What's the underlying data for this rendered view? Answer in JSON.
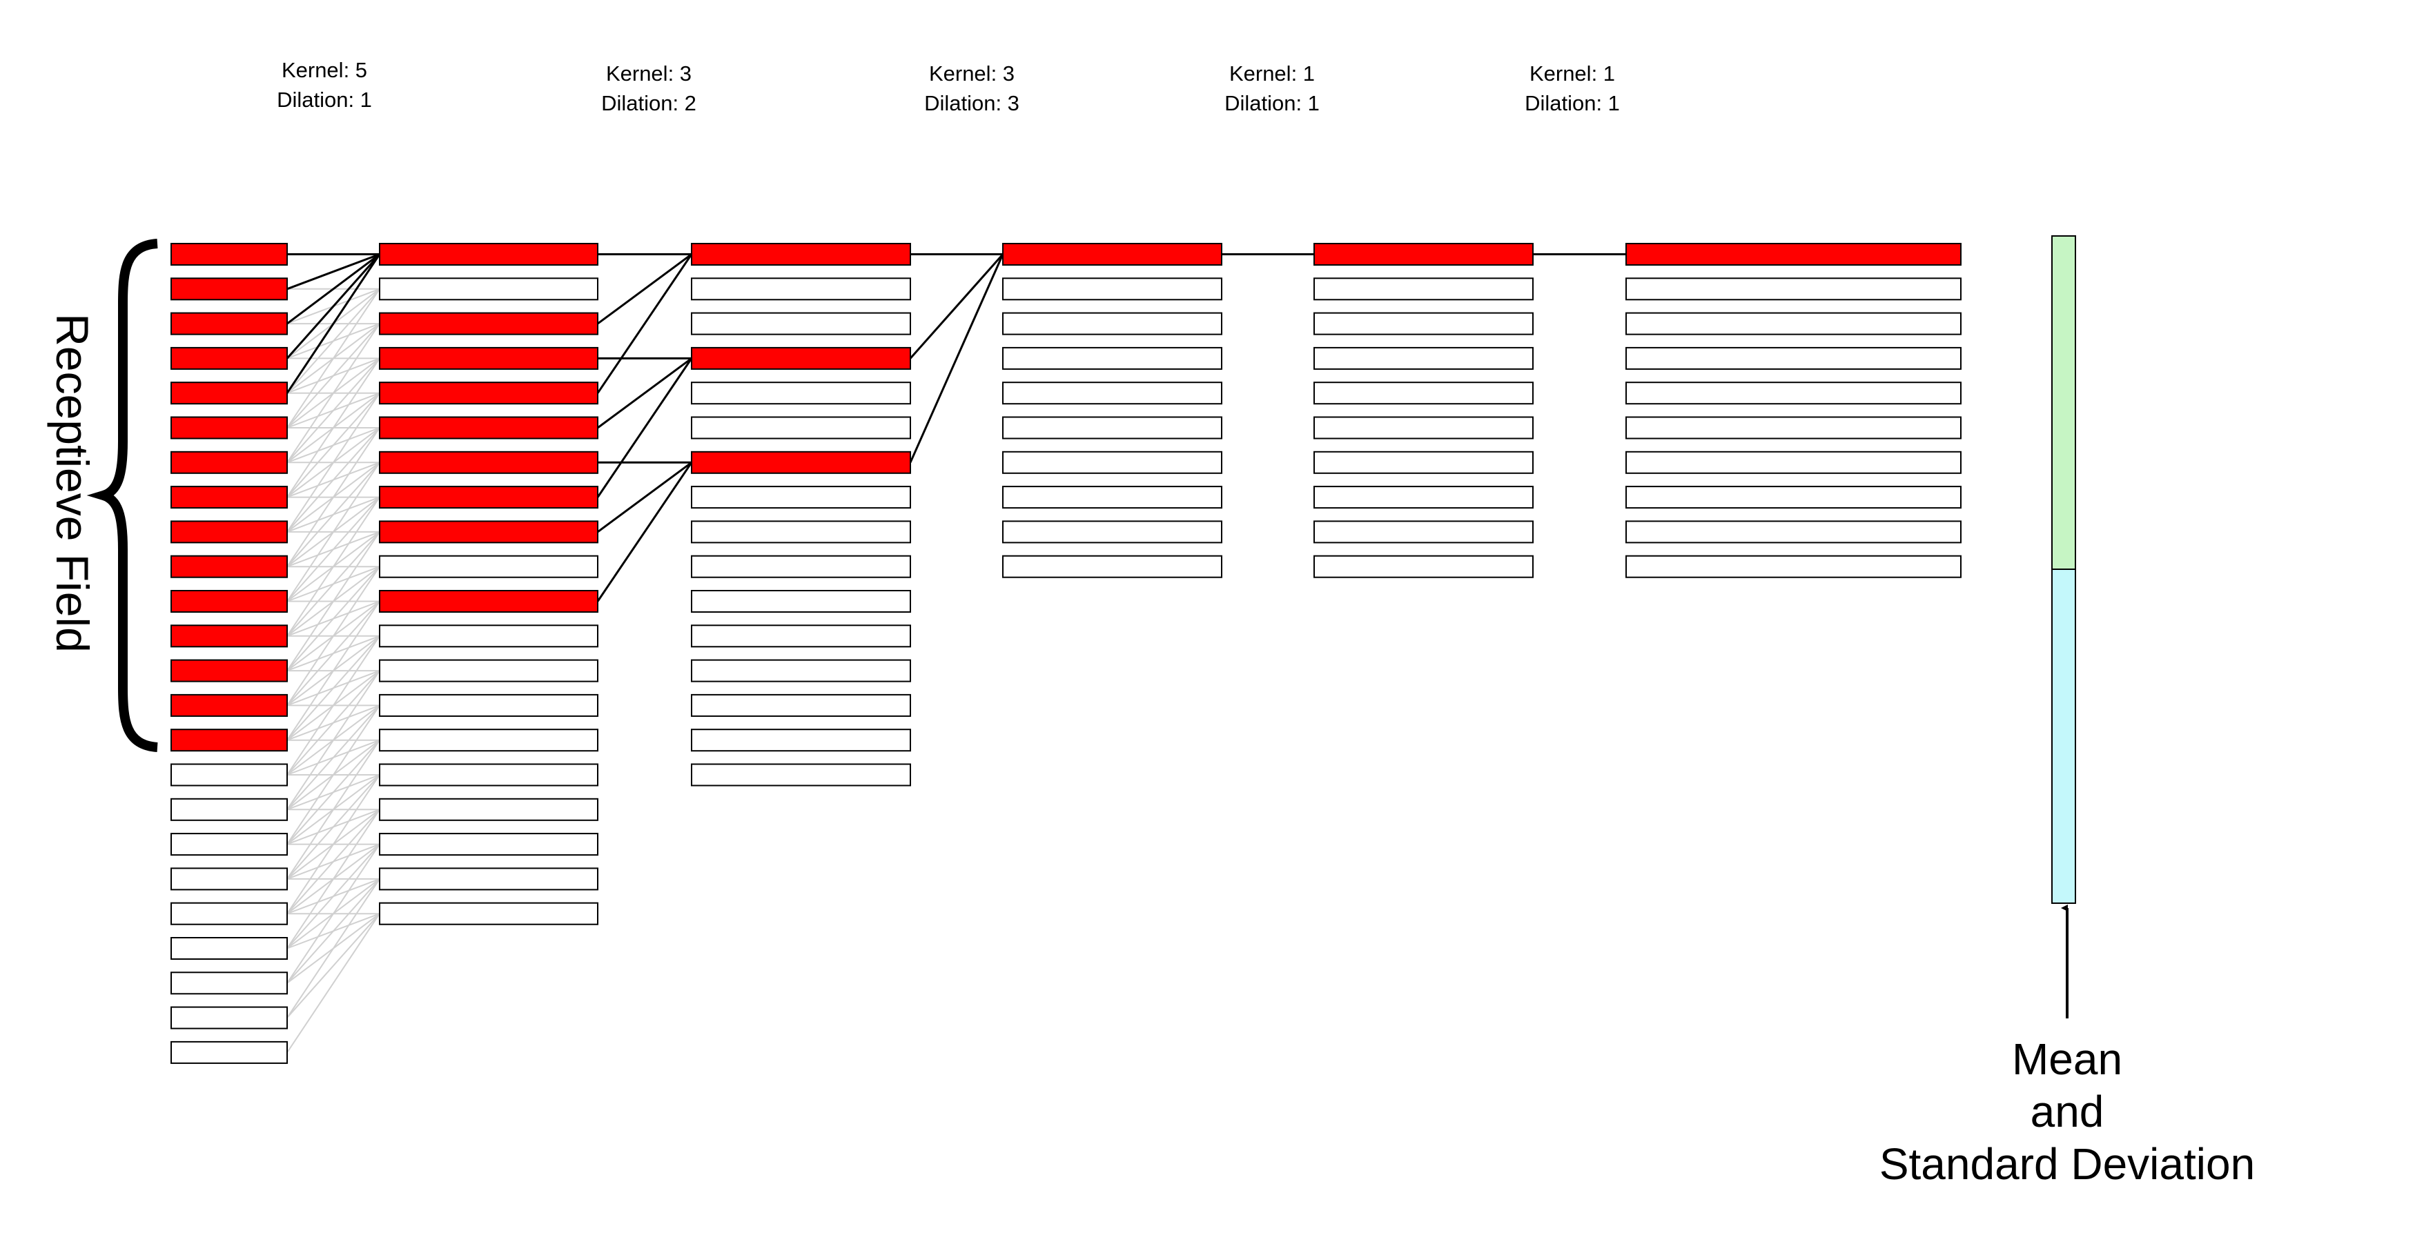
{
  "colors": {
    "active": "#ff0000",
    "inactive": "#ffffff",
    "stroke": "#000000",
    "faint_connection": "#d0d0d0",
    "mean_segment": "#c6f5c4",
    "std_segment": "#c4f8fb"
  },
  "layers": [
    {
      "kernel_text": "Kernel: 5",
      "dilation_text": "Dilation: 1",
      "kernel": 5,
      "dilation": 1
    },
    {
      "kernel_text": "Kernel: 3",
      "dilation_text": "Dilation: 2",
      "kernel": 3,
      "dilation": 2
    },
    {
      "kernel_text": "Kernel: 3",
      "dilation_text": "Dilation: 3",
      "kernel": 3,
      "dilation": 3
    },
    {
      "kernel_text": "Kernel: 1",
      "dilation_text": "Dilation: 1",
      "kernel": 1,
      "dilation": 1
    },
    {
      "kernel_text": "Kernel: 1",
      "dilation_text": "Dilation: 1",
      "kernel": 1,
      "dilation": 1
    }
  ],
  "columns": [
    {
      "count": 24,
      "active": [
        0,
        1,
        2,
        3,
        4,
        5,
        6,
        7,
        8,
        9,
        10,
        11,
        12,
        13,
        14
      ]
    },
    {
      "count": 20,
      "active": [
        0,
        2,
        3,
        4,
        5,
        6,
        7,
        8,
        10
      ]
    },
    {
      "count": 16,
      "active": [
        0,
        3,
        6
      ]
    },
    {
      "count": 10,
      "active": [
        0
      ]
    },
    {
      "count": 10,
      "active": [
        0
      ]
    },
    {
      "count": 10,
      "active": [
        0
      ]
    }
  ],
  "receptive_field_label": "Receptieve Field",
  "output_label": [
    "Mean",
    "and",
    "Standard Deviation"
  ]
}
